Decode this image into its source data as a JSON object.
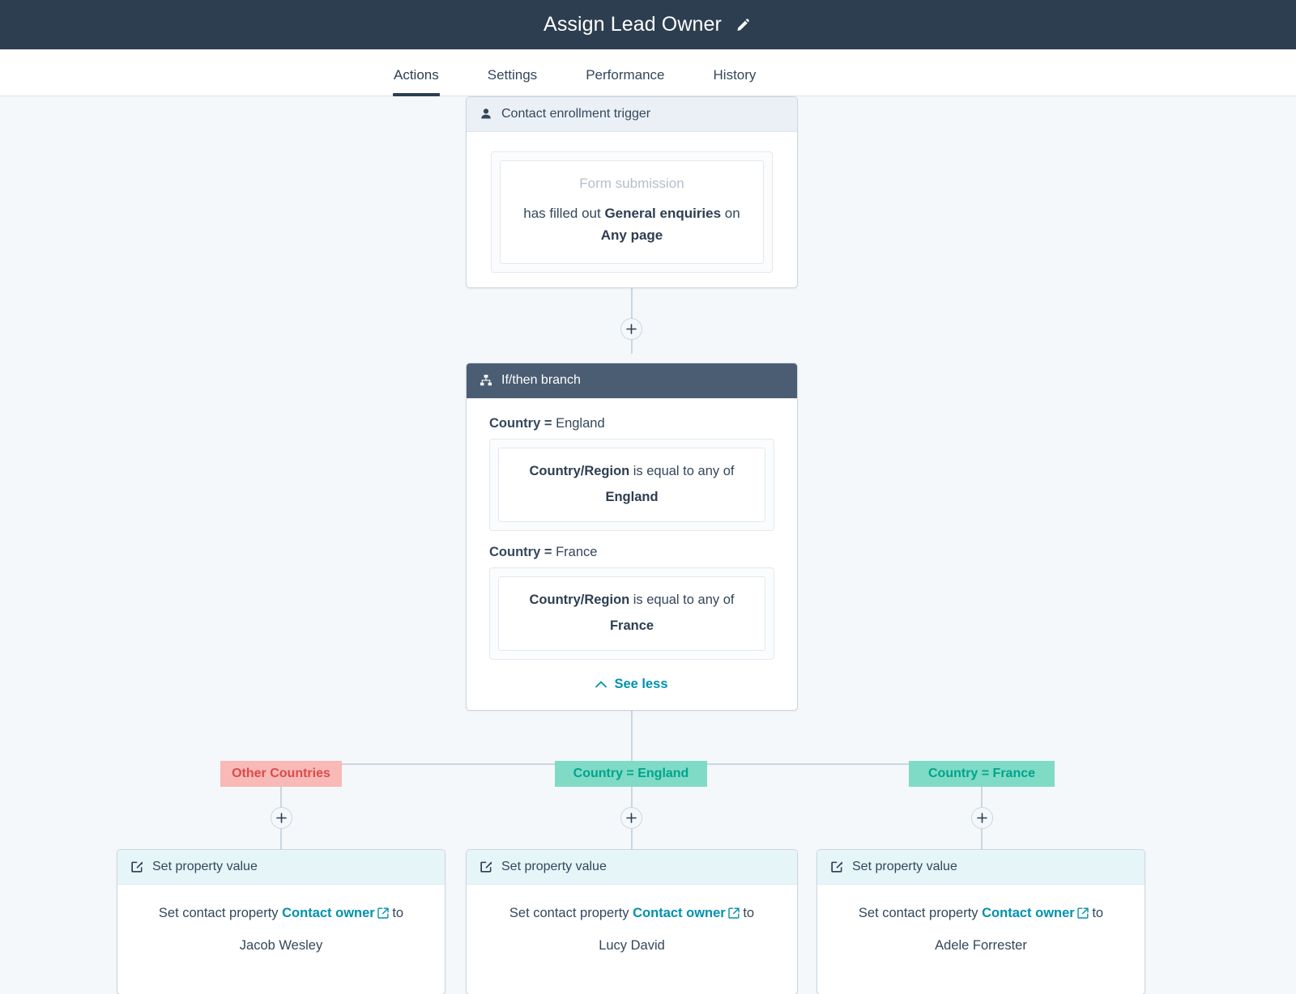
{
  "header": {
    "title": "Assign Lead Owner",
    "edit_icon": "pencil-icon"
  },
  "tabs": [
    {
      "label": "Actions",
      "active": true
    },
    {
      "label": "Settings",
      "active": false
    },
    {
      "label": "Performance",
      "active": false
    },
    {
      "label": "History",
      "active": false
    }
  ],
  "colors": {
    "header_bg": "#2d3e50",
    "canvas_bg": "#f5f8fa",
    "branch_header_bg": "#4b5d72",
    "trigger_header_bg": "#eaf0f6",
    "action_header_bg": "#e5f5f8",
    "link_teal": "#0091ae",
    "pill_other_bg": "#f8b9b7",
    "pill_other_text": "#d94c4c",
    "pill_match_bg": "#7fdbc6",
    "pill_match_text": "#00a38c",
    "connector": "#cbd6e2"
  },
  "trigger": {
    "icon": "contact-icon",
    "header": "Contact enrollment trigger",
    "criterion_label": "Form submission",
    "criterion_prefix": "has filled out ",
    "criterion_form": "General enquiries",
    "criterion_mid": " on ",
    "criterion_page": "Any page"
  },
  "branch": {
    "icon": "sitemap-icon",
    "header": "If/then branch",
    "rows": [
      {
        "label_key": "Country =",
        "label_value": "England",
        "filter_property": "Country/Region",
        "filter_operator": "is equal to any of",
        "filter_value": "England"
      },
      {
        "label_key": "Country =",
        "label_value": "France",
        "filter_property": "Country/Region",
        "filter_operator": "is equal to any of",
        "filter_value": "France"
      }
    ],
    "see_less_label": "See less",
    "see_less_icon": "chevron-up-icon"
  },
  "branch_pills": [
    {
      "text": "Other Countries",
      "kind": "other"
    },
    {
      "text": "Country =  England",
      "kind": "match"
    },
    {
      "text": "Country =  France",
      "kind": "match"
    }
  ],
  "actions": [
    {
      "icon": "edit-square-icon",
      "header": "Set property value",
      "prefix": "Set contact property ",
      "property": "Contact owner",
      "property_icon": "external-link-icon",
      "suffix": " to",
      "value": "Jacob Wesley"
    },
    {
      "icon": "edit-square-icon",
      "header": "Set property value",
      "prefix": "Set contact property ",
      "property": "Contact owner",
      "property_icon": "external-link-icon",
      "suffix": " to",
      "value": "Lucy David"
    },
    {
      "icon": "edit-square-icon",
      "header": "Set property value",
      "prefix": "Set contact property ",
      "property": "Contact owner",
      "property_icon": "external-link-icon",
      "suffix": " to",
      "value": "Adele Forrester"
    }
  ],
  "connectors": {
    "add_step_icon": "plus-icon",
    "add_step_count": 4
  }
}
